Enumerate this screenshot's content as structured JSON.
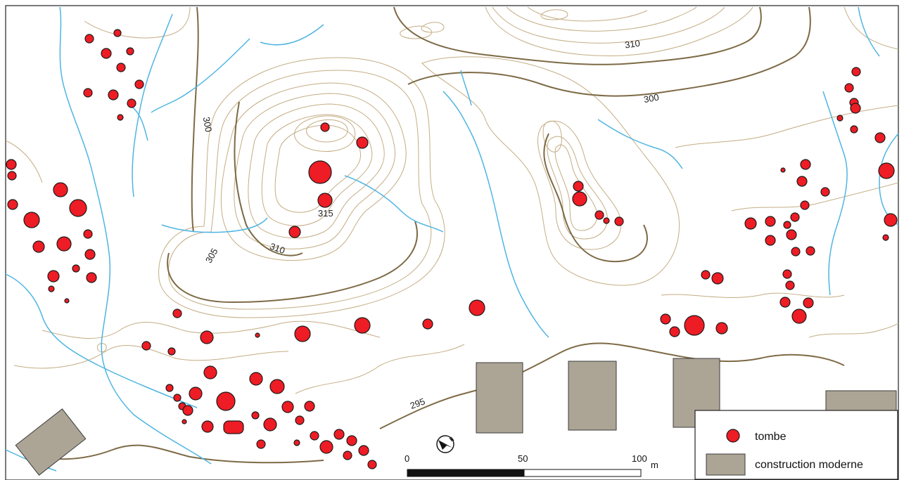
{
  "map": {
    "contour_labels": [
      "300",
      "305",
      "310",
      "315",
      "310",
      "300",
      "295"
    ],
    "scale_bar": {
      "ticks": [
        "0",
        "50",
        "100"
      ],
      "unit": "m"
    },
    "north_arrow": {
      "icon": "north-arrow-icon"
    },
    "legend": {
      "items": [
        {
          "label": "tombe",
          "symbol": "red-circle",
          "color": "#ee1c24"
        },
        {
          "label": "construction moderne",
          "symbol": "gray-rectangle",
          "color": "#aca596"
        }
      ]
    },
    "colors": {
      "contour_thin": "#c4ad84",
      "contour_index": "#7d6a45",
      "stream": "#4fb5e2",
      "tomb": "#ee1c24",
      "building": "#aca596"
    }
  }
}
